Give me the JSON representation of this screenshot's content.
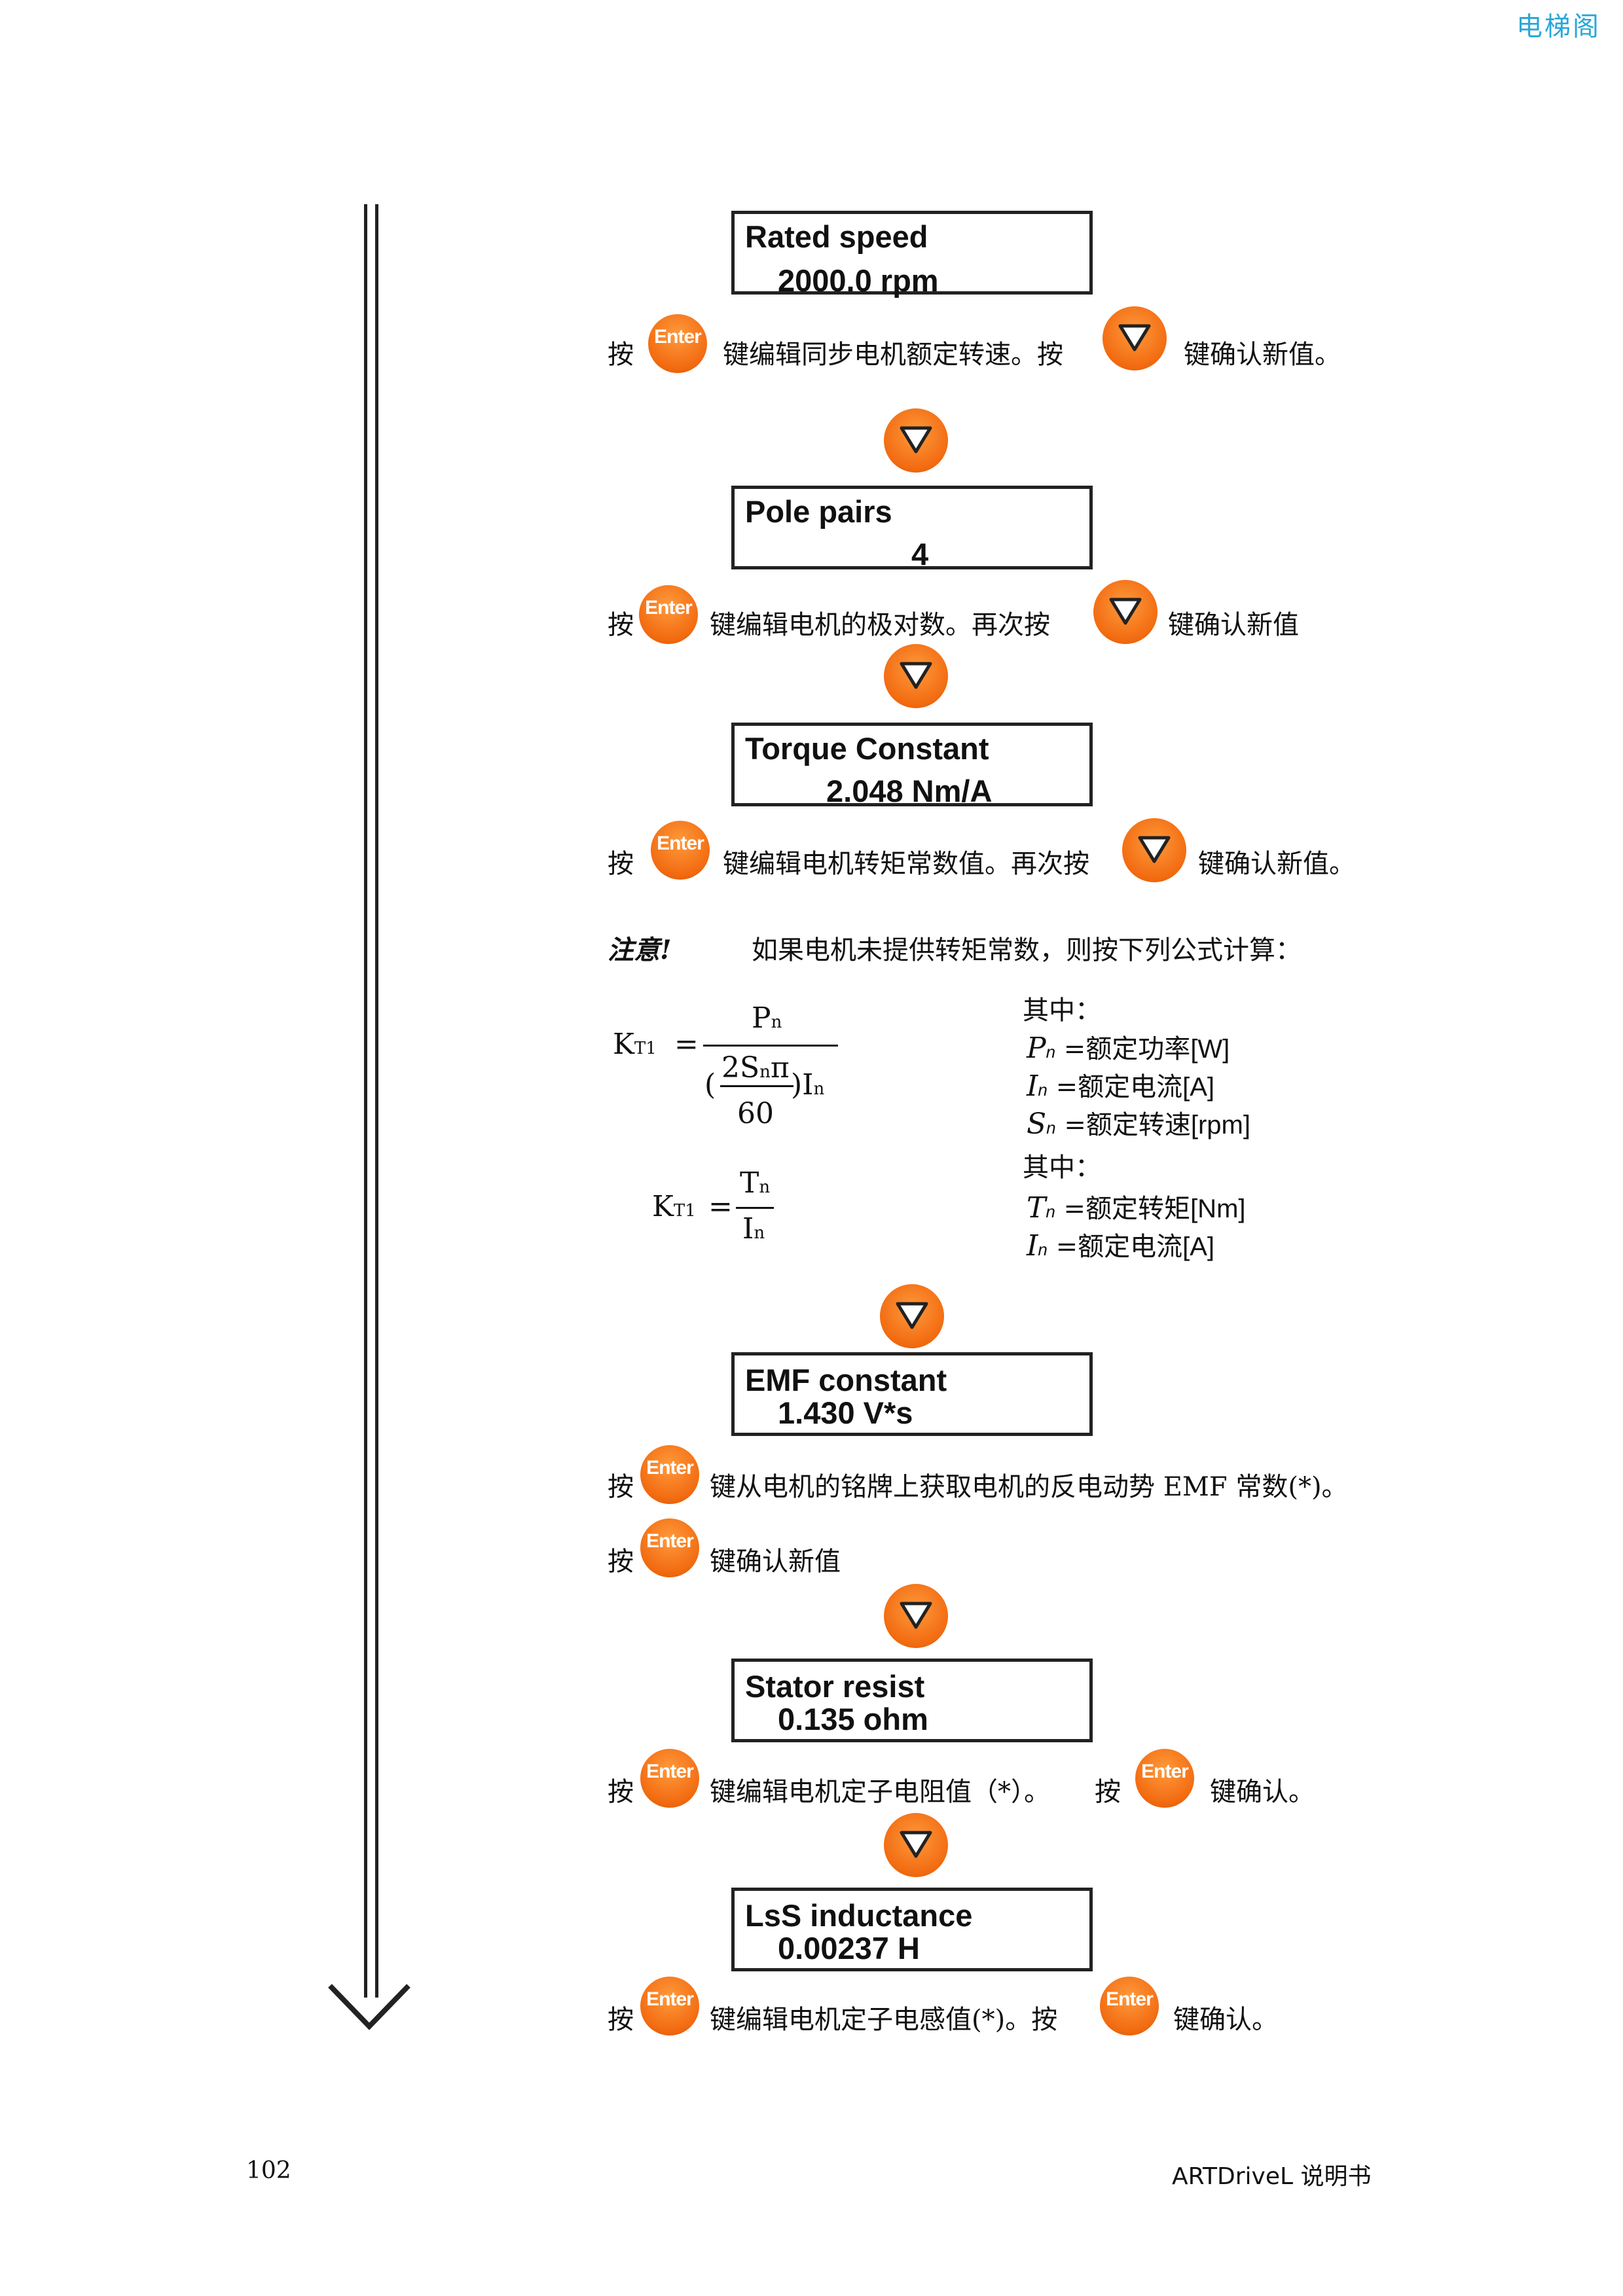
{
  "watermark": "电梯阁",
  "screens": [
    {
      "title": "Rated speed",
      "value": "2000.0 rpm"
    },
    {
      "title": "Pole pairs",
      "value": "4"
    },
    {
      "title": "Torque Constant",
      "value": "2.048 Nm/A"
    },
    {
      "title": "EMF constant",
      "value": "1.430 V*s"
    },
    {
      "title": "Stator resist",
      "value": "0.135 ohm"
    },
    {
      "title": "LsS inductance",
      "value": "0.00237 H"
    }
  ],
  "buttons": {
    "enter_label": "Enter"
  },
  "instructions": {
    "s1": {
      "a": "按",
      "b": "键编辑同步电机额定转速。按",
      "c": "键确认新值。"
    },
    "s2": {
      "a": "按",
      "b": "键编辑电机的极对数。再次按",
      "c": "键确认新值"
    },
    "s3": {
      "a": "按",
      "b": "键编辑电机转矩常数值。再次按",
      "c": "键确认新值。"
    },
    "s4": {
      "a": "按",
      "b": "键从电机的铭牌上获取电机的反电动势 EMF 常数(*)。"
    },
    "s4b": {
      "a": "按",
      "b": "键确认新值"
    },
    "s5": {
      "a": "按",
      "b": "键编辑电机定子电阻值（*）。",
      "c": "按",
      "d": "键确认。"
    },
    "s6": {
      "a": "按",
      "b": "键编辑电机定子电感值(*)。按",
      "c": "键确认。"
    }
  },
  "note": {
    "label": "注意!",
    "text": "如果电机未提供转矩常数，则按下列公式计算："
  },
  "formula1": {
    "lhs": "K",
    "lhs_sub": "T1",
    "eq": "=",
    "num": "P",
    "num_sub": "n",
    "den_open": "(",
    "den_2s": "2S",
    "den_2s_sub": "n",
    "den_pi": "π",
    "den_60": "60",
    "den_close": ")I",
    "den_close_sub": "n"
  },
  "formula2": {
    "lhs": "K",
    "lhs_sub": "T1",
    "eq": "=",
    "num": "T",
    "num_sub": "n",
    "den": "I",
    "den_sub": "n"
  },
  "legend1": {
    "heading": "其中：",
    "rows": [
      {
        "sym": "P",
        "sub": "n",
        "eq": " =",
        "desc": "额定功率",
        "unit": "[W]"
      },
      {
        "sym": "I",
        "sub": "n",
        "eq": " =",
        "desc": "额定电流",
        "unit": "[A]"
      },
      {
        "sym": "S",
        "sub": "n",
        "eq": " =",
        "desc": "额定转速",
        "unit": "[rpm]"
      }
    ]
  },
  "legend2": {
    "heading": "其中：",
    "rows": [
      {
        "sym": "T",
        "sub": "n",
        "eq": " =",
        "desc": "额定转矩",
        "unit": "[Nm]"
      },
      {
        "sym": "I",
        "sub": "n",
        "eq": " =",
        "desc": "额定电流",
        "unit": "[A]"
      }
    ]
  },
  "footer": {
    "page": "102",
    "brand": "ARTDriveL",
    "brand_suffix": "说明书"
  }
}
